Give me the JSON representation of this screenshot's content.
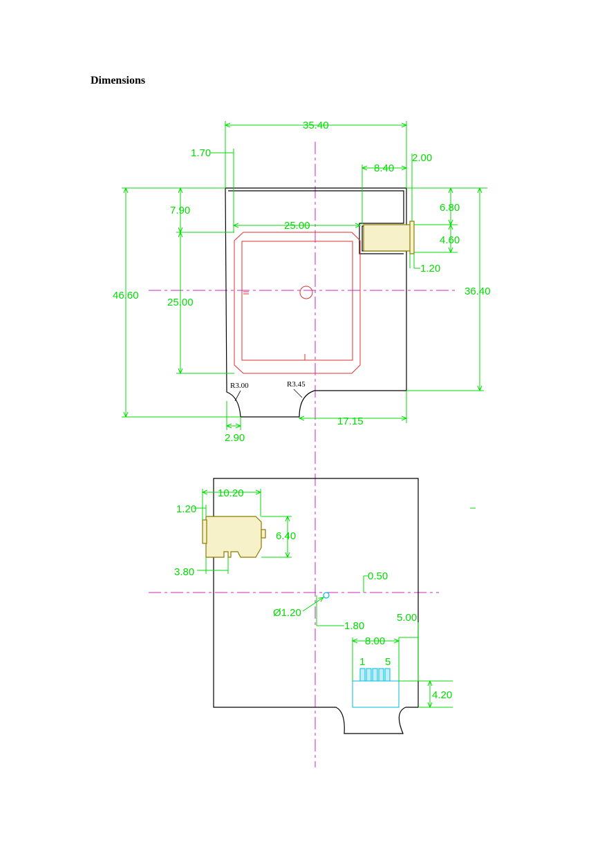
{
  "heading": "Dimensions",
  "top_view": {
    "dims": {
      "overall_width": "35.40",
      "offset_left": "1.70",
      "connector_width": "8.40",
      "connector_gap": "2.00",
      "top_to_antenna": "7.90",
      "antenna_width": "25.00",
      "connector_top": "6.80",
      "connector_height": "4.60",
      "connector_lip": "1.20",
      "overall_height": "46.60",
      "antenna_height": "25.00",
      "body_height": "36.40",
      "corner_radius_left": "R3.00",
      "corner_radius_right": "R3.45",
      "notch_offset": "2.90",
      "notch_to_right": "17.15"
    }
  },
  "bottom_view": {
    "dims": {
      "connector_width": "10.20",
      "connector_inset": "1.20",
      "connector_height": "6.40",
      "connector_pin_offset": "3.80",
      "hole_offset_y": "0.50",
      "hole_diameter": "Ø1.20",
      "hole_offset_x": "1.80",
      "pad_offset": "5.00",
      "pad_width": "8.00",
      "pin_first": "1",
      "pin_last": "5",
      "pad_height": "4.20"
    }
  },
  "colors": {
    "dimension": "#00dd00",
    "outline": "#000000",
    "antenna": "#e03030",
    "centerline": "#cc22cc",
    "connector": "#8a7a00",
    "pads": "#00bbdd"
  }
}
